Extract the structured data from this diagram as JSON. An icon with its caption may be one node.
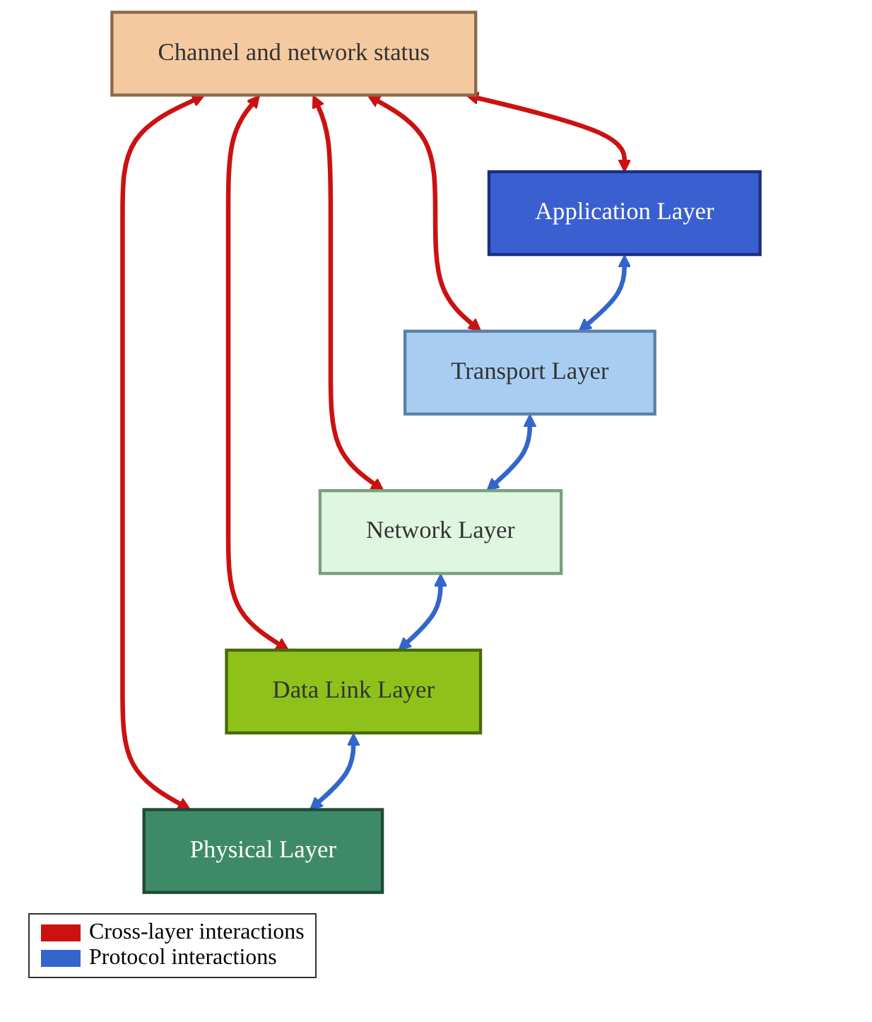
{
  "diagram": {
    "nodes": [
      {
        "text": [
          "Channel and network status"
        ]
      },
      {
        "text": [
          "Application Layer"
        ]
      },
      {
        "text": [
          "Transport Layer"
        ]
      },
      {
        "text": [
          "Network Layer"
        ]
      },
      {
        "text": [
          "Data Link Layer"
        ]
      },
      {
        "text": [
          "Physical Layer"
        ]
      }
    ],
    "edges": [
      {
        "from": 0,
        "to": 1,
        "arrow": "both",
        "color": "#cc1111"
      },
      {
        "from": 0,
        "to": 2,
        "arrow": "both",
        "color": "#cc1111"
      },
      {
        "from": 0,
        "to": 3,
        "arrow": "both",
        "color": "#cc1111"
      },
      {
        "from": 0,
        "to": 4,
        "arrow": "both",
        "color": "#cc1111"
      },
      {
        "from": 0,
        "to": 5,
        "arrow": "both",
        "color": "#cc1111"
      },
      {
        "from": 1,
        "to": 2,
        "arrow": "both",
        "color": "#3366cc"
      },
      {
        "from": 2,
        "to": 3,
        "arrow": "both",
        "color": "#3366cc"
      },
      {
        "from": 3,
        "to": 4,
        "arrow": "both",
        "color": "#3366cc"
      },
      {
        "from": 4,
        "to": 5,
        "arrow": "both",
        "color": "#3366cc"
      }
    ],
    "legend": [
      {
        "text": "Cross-layer interactions",
        "color": "#cc1111"
      },
      {
        "text": "Protocol interactions",
        "color": "#3366cc"
      }
    ]
  }
}
